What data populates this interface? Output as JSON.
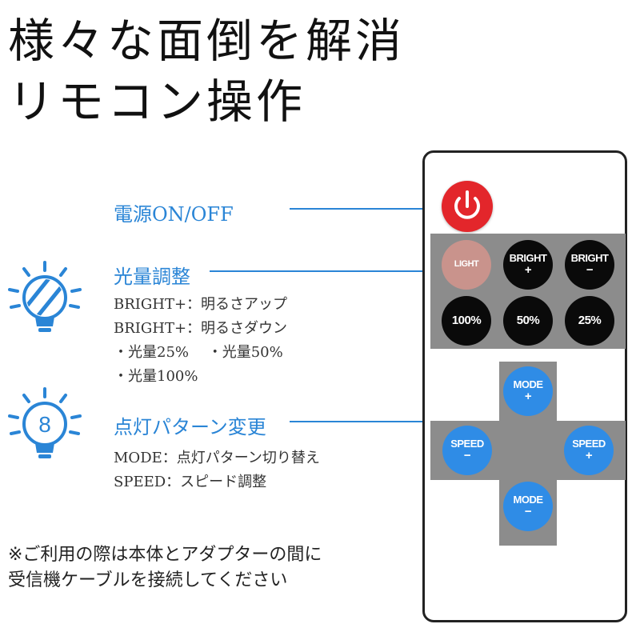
{
  "headline": {
    "line1": "様々な面倒を解消",
    "line2": "リモコン操作"
  },
  "sections": {
    "power": {
      "title": "電源ON/OFF"
    },
    "brightness": {
      "title": "光量調整",
      "lines": [
        "BRIGHT+：明るさアップ",
        "BRIGHT+：明るさダウン",
        "・光量25%　 ・光量50%",
        "・光量100%"
      ]
    },
    "pattern": {
      "title": "点灯パターン変更",
      "lines": [
        "MODE：点灯パターン切り替え",
        "SPEED：スピード調整"
      ]
    }
  },
  "note": {
    "line1": "※ご利用の際は本体とアダプターの間に",
    "line2": "受信機ケーブルを接続してください"
  },
  "remote": {
    "light": "LIGHT",
    "bright_plus": {
      "label": "BRIGHT",
      "sign": "+"
    },
    "bright_minus": {
      "label": "BRIGHT",
      "sign": "−"
    },
    "pct100": "100%",
    "pct50": "50%",
    "pct25": "25%",
    "mode_plus": {
      "label": "MODE",
      "sign": "+"
    },
    "mode_minus": {
      "label": "MODE",
      "sign": "−"
    },
    "speed_minus": {
      "label": "SPEED",
      "sign": "−"
    },
    "speed_plus": {
      "label": "SPEED",
      "sign": "+"
    }
  },
  "icons": {
    "bulb_number": "8"
  },
  "colors": {
    "accent": "#2a85d6",
    "power": "#e3262b",
    "panel": "#8c8c8c",
    "button": "#0a0a0a",
    "light_button": "#c9938c",
    "dpad_button": "#2f8ce6"
  }
}
